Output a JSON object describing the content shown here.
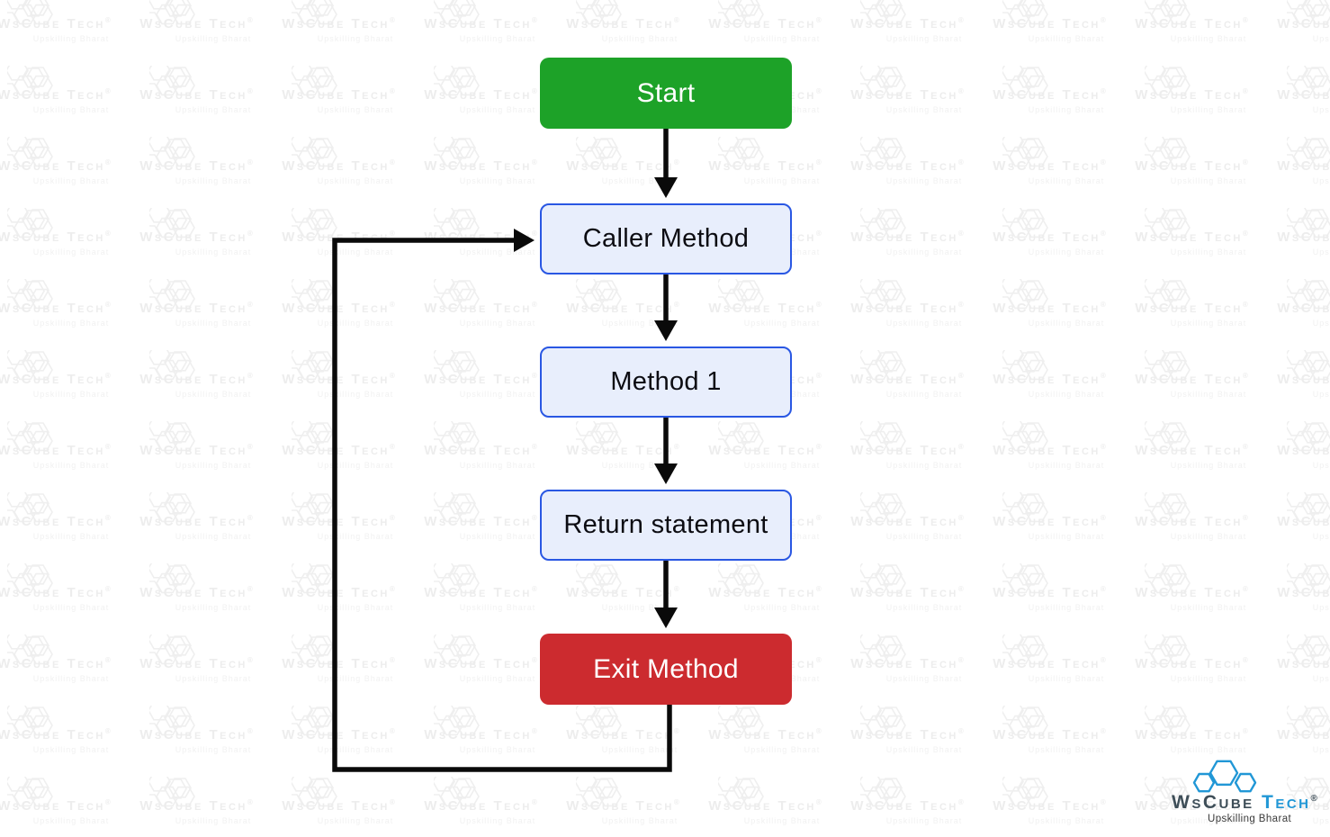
{
  "diagram": {
    "nodes": [
      {
        "id": "start",
        "label": "Start",
        "kind": "start",
        "bg": "#1da228",
        "text_color": "#ffffff"
      },
      {
        "id": "caller-method",
        "label": "Caller Method",
        "kind": "process",
        "bg": "#e8eefc",
        "border_color": "#2957e3",
        "text_color": "#0c0c12"
      },
      {
        "id": "method-1",
        "label": "Method 1",
        "kind": "process",
        "bg": "#e8eefc",
        "border_color": "#2957e3",
        "text_color": "#0c0c12"
      },
      {
        "id": "return-statement",
        "label": "Return statement",
        "kind": "process",
        "bg": "#e8eefc",
        "border_color": "#2957e3",
        "text_color": "#0c0c12"
      },
      {
        "id": "exit-method",
        "label": "Exit Method",
        "kind": "end",
        "bg": "#cc2b2f",
        "text_color": "#ffffff"
      }
    ],
    "edges": [
      {
        "from": "start",
        "to": "caller-method",
        "type": "straight"
      },
      {
        "from": "caller-method",
        "to": "method-1",
        "type": "straight"
      },
      {
        "from": "method-1",
        "to": "return-statement",
        "type": "straight"
      },
      {
        "from": "return-statement",
        "to": "exit-method",
        "type": "straight"
      },
      {
        "from": "exit-method",
        "to": "caller-method",
        "type": "loop-back"
      }
    ],
    "line_color": "#0a0a0a"
  },
  "watermark": {
    "brand": "WsCube Tech",
    "registered_mark": "®",
    "tagline": "Upskilling Bharat"
  },
  "logo": {
    "brand_word1": "WsCube",
    "brand_word2": "Tech",
    "registered_mark": "®",
    "tagline": "Upskilling Bharat",
    "accent_color": "#2197d6",
    "word1_color": "#3e4e58"
  }
}
